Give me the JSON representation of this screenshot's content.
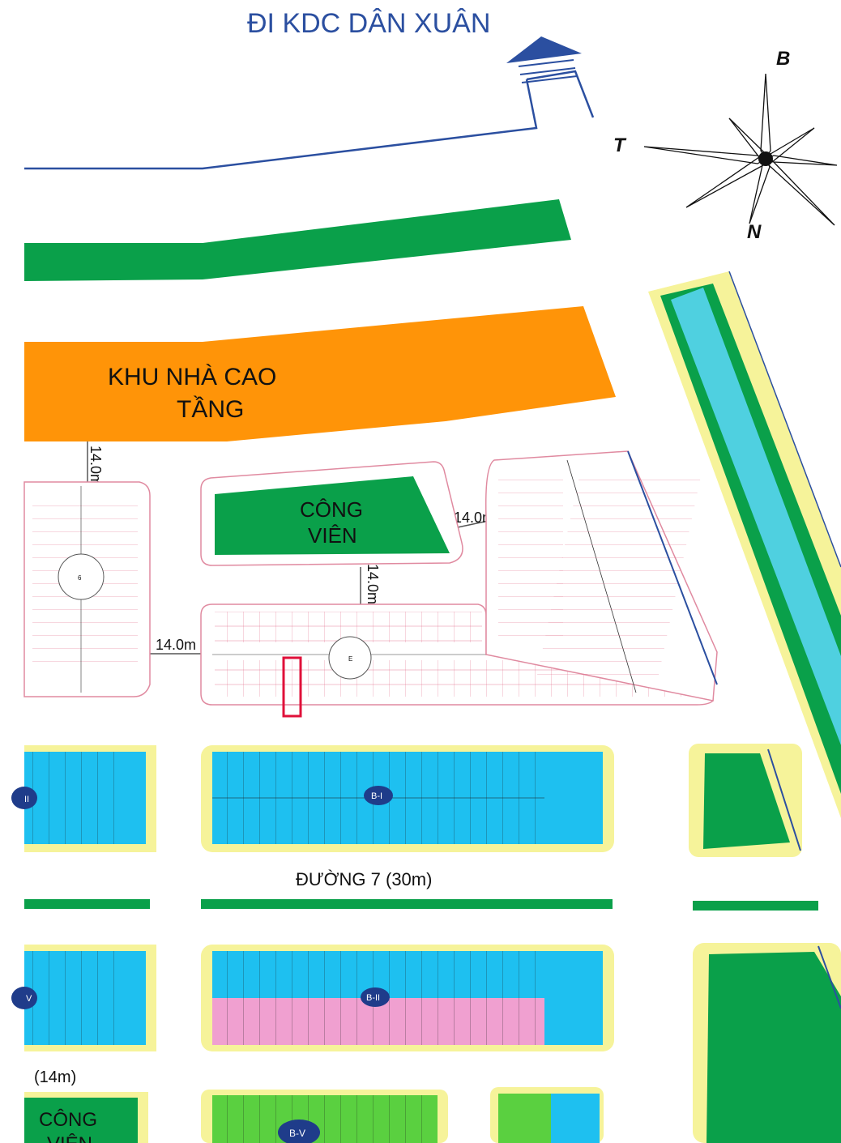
{
  "header": {
    "direction_label": "ĐI KDC DÂN XUÂN"
  },
  "compass": {
    "north": "B",
    "west": "T",
    "south": "N"
  },
  "zones": {
    "high_rise_line1": "KHU NHÀ CAO",
    "high_rise_line2": "TẦNG",
    "park_line1": "CÔNG",
    "park_line2": "VIÊN",
    "park2_line1": "CÔNG",
    "park2_line2": "VIÊN"
  },
  "roads": {
    "width_a": "14.0m",
    "width_b": "14.0m",
    "width_c": "14.0m",
    "width_d": "14.0m",
    "road7": "ĐƯỜNG 7 (30m)",
    "road_14": "(14m)"
  },
  "blocks": {
    "b1": "B-I",
    "b2": "B-II",
    "b5": "B-V",
    "left_top_partial": "II",
    "left_mid_partial": "V",
    "center_lot_a": "6",
    "center_lot_b": "E"
  },
  "colors": {
    "green": "#0aa04a",
    "orange": "#ff9408",
    "blue_water": "#4fd0e0",
    "lot_blue": "#1ec0f0",
    "lot_pink": "#f0a0d0",
    "yellow_border": "#f6f39a",
    "road_line": "#2b4fa0",
    "highlight": "#e0103a"
  }
}
